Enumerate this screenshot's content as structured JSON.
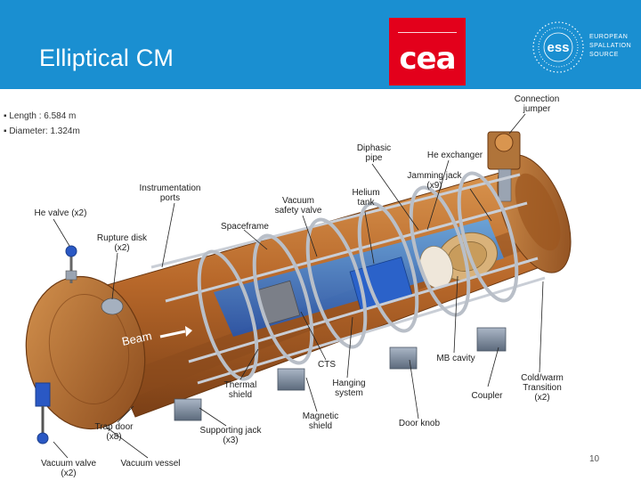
{
  "slide": {
    "title": "Elliptical CM",
    "page_number": "10",
    "bullets": [
      "Length : 6.584 m",
      "Diameter: 1.324m"
    ]
  },
  "logos": {
    "cea": "cea",
    "ess_mark": "ess",
    "ess_lines": [
      "EUROPEAN",
      "SPALLATION",
      "SOURCE"
    ]
  },
  "labels": {
    "connection_jumper": [
      "Connection",
      "jumper"
    ],
    "diphasic_pipe": [
      "Diphasic",
      "pipe"
    ],
    "he_exchanger": [
      "He exchanger"
    ],
    "jamming_jack": [
      "Jamming jack",
      "(x9)"
    ],
    "instrumentation_ports": [
      "Instrumentation",
      "ports"
    ],
    "helium_tank": [
      "Helium",
      "tank"
    ],
    "vacuum_safety_valve": [
      "Vacuum",
      "safety valve"
    ],
    "he_valve": [
      "He valve (x2)"
    ],
    "spaceframe": [
      "Spaceframe"
    ],
    "rupture_disk": [
      "Rupture disk",
      "(x2)"
    ],
    "beam": "Beam",
    "cts": [
      "CTS"
    ],
    "mb_cavity": [
      "MB cavity"
    ],
    "thermal_shield": [
      "Thermal",
      "shield"
    ],
    "hanging_system": [
      "Hanging",
      "system"
    ],
    "coupler": [
      "Coupler"
    ],
    "cold_warm_transition": [
      "Cold/warm",
      "Transition",
      "(x2)"
    ],
    "magnetic_shield": [
      "Magnetic",
      "shield"
    ],
    "door_knob": [
      "Door knob"
    ],
    "trap_door": [
      "Trap door",
      "(x8)"
    ],
    "supporting_jack": [
      "Supporting jack",
      "(x3)"
    ],
    "vacuum_valve": [
      "Vacuum valve",
      "(x2)"
    ],
    "vacuum_vessel": [
      "Vacuum vessel"
    ]
  },
  "colors": {
    "header": "#1a8fd1",
    "cea_red": "#e3001b",
    "vessel_copper": "#b8682a",
    "structure_blue": "#3b6fd6",
    "ring_grey": "#b9bfc8"
  }
}
